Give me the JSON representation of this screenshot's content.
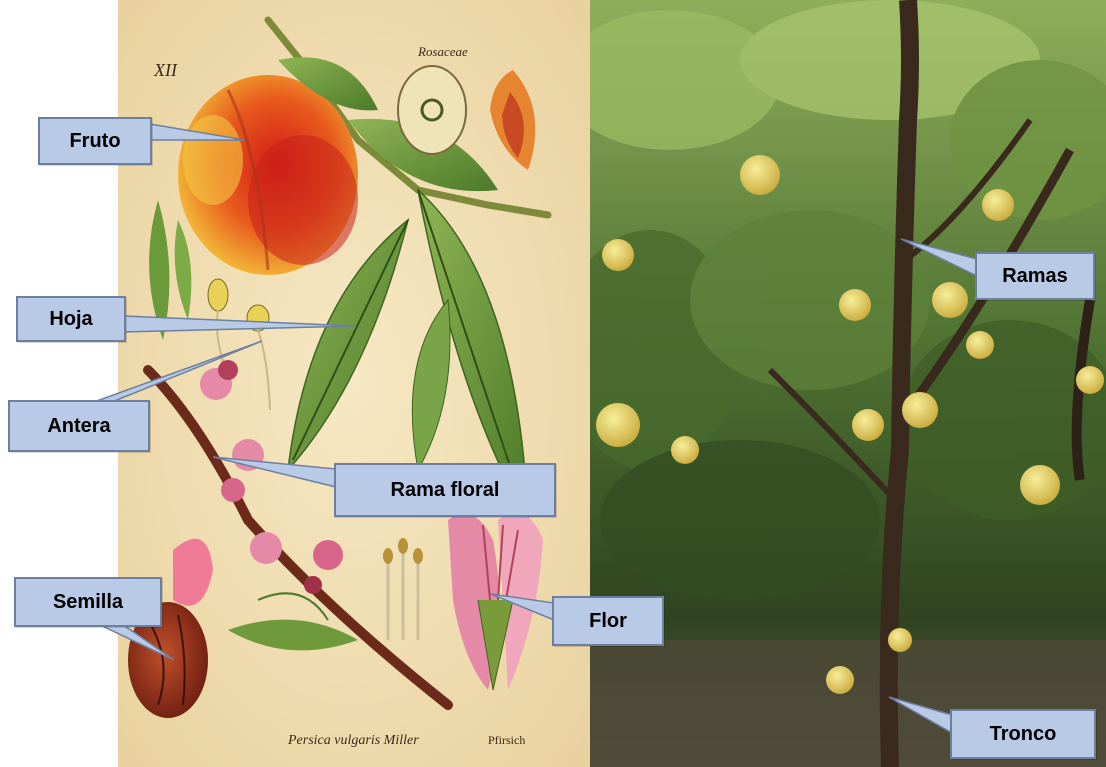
{
  "labels": {
    "fruto": "Fruto",
    "hoja": "Hoja",
    "antera": "Antera",
    "semilla": "Semilla",
    "rama_floral": "Rama floral",
    "flor": "Flor",
    "ramas": "Ramas",
    "tronco": "Tronco"
  },
  "plate_text": {
    "number": "XII",
    "header": "Rosaceae",
    "caption": "Persica vulgaris Miller",
    "corner": "Pfirsich"
  },
  "colors": {
    "callout_fill": "#b9cae6",
    "callout_border": "#6d7f9f",
    "plate_background": "#f0dfb5",
    "fruit_red": "#d9331d",
    "fruit_yellow": "#f2b02a",
    "leaf_green": "#6e9a3c",
    "blossom_pink": "#e58aa6",
    "orchard_green": "#3c5a25",
    "peach_yellow": "#e3d270"
  }
}
